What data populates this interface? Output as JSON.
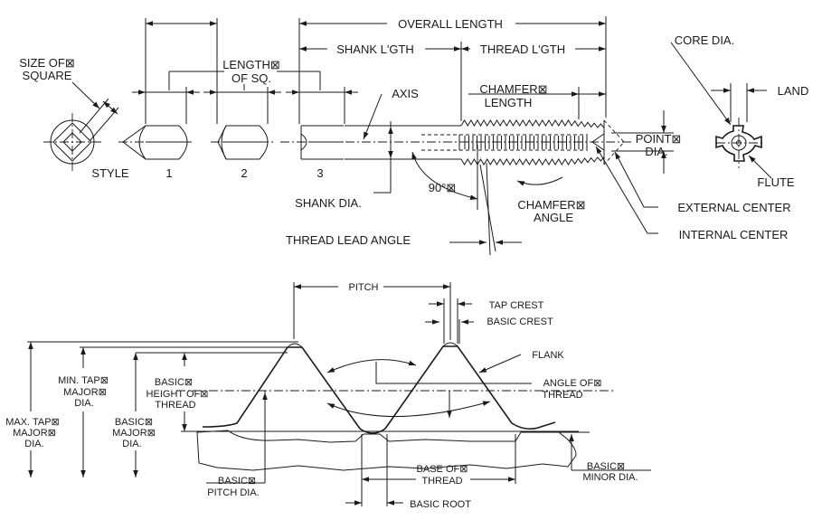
{
  "tap": {
    "overall_length": "OVERALL LENGTH",
    "shank_length": "SHANK L'GTH",
    "thread_length": "THREAD L'GTH",
    "length_of_sq_1": "LENGTH⊠",
    "length_of_sq_2": "OF SQ.",
    "size_of_square_1": "SIZE OF⊠",
    "size_of_square_2": "SQUARE",
    "style": "STYLE",
    "style_1": "1",
    "style_2": "2",
    "style_3": "3",
    "axis": "AXIS",
    "chamfer_length_1": "CHAMFER⊠",
    "chamfer_length_2": "LENGTH",
    "point_dia_1": "POINT⊠",
    "point_dia_2": "DIA.",
    "shank_dia": "SHANK DIA.",
    "angle_90": "90°⊠",
    "chamfer_angle_1": "CHAMFER⊠",
    "chamfer_angle_2": "ANGLE",
    "thread_lead_angle": "THREAD LEAD ANGLE",
    "external_center": "EXTERNAL CENTER",
    "internal_center": "INTERNAL CENTER",
    "core_dia": "CORE DIA.",
    "land": "LAND",
    "flute": "FLUTE"
  },
  "thread": {
    "pitch": "PITCH",
    "tap_crest": "TAP CREST",
    "basic_crest": "BASIC CREST",
    "flank": "FLANK",
    "angle_of_thread_1": "ANGLE OF⊠",
    "angle_of_thread_2": "THREAD",
    "basic_height_1": "BASIC⊠",
    "basic_height_2": "HEIGHT OF⊠",
    "basic_height_3": "THREAD",
    "min_tap_major_1": "MIN. TAP⊠",
    "min_tap_major_2": "MAJOR⊠",
    "min_tap_major_3": "DIA.",
    "max_tap_major_1": "MAX. TAP⊠",
    "max_tap_major_2": "MAJOR⊠",
    "max_tap_major_3": "DIA.",
    "basic_major_1": "BASIC⊠",
    "basic_major_2": "MAJOR⊠",
    "basic_major_3": "DIA.",
    "basic_pitch_1": "BASIC⊠",
    "basic_pitch_2": "PITCH DIA.",
    "base_of_thread_1": "BASE OF⊠",
    "base_of_thread_2": "THREAD",
    "basic_root": "BASIC ROOT",
    "basic_minor_1": "BASIC⊠",
    "basic_minor_2": "MINOR DIA."
  }
}
